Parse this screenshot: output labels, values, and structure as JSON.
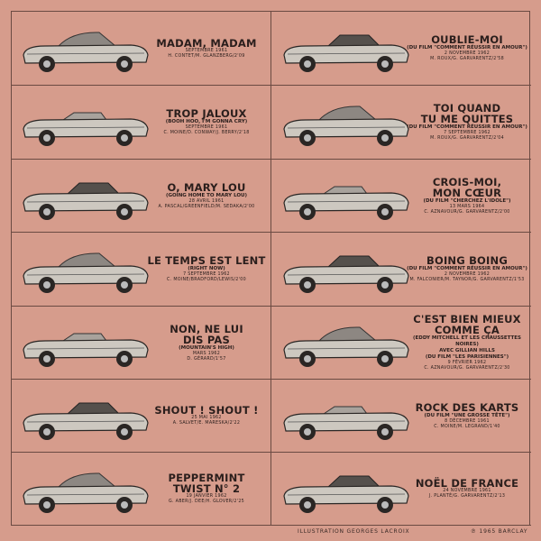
{
  "songs": [
    {
      "title": [
        "MADAM, MADAM"
      ],
      "sub": [],
      "date": "SEPTEMBRE 1961",
      "credits": "H. CONTET/M. GLANZBERG/2'09"
    },
    {
      "title": [
        "OUBLIE-MOI"
      ],
      "sub": [
        "(DU FILM \"COMMENT RÉUSSIR EN AMOUR\")"
      ],
      "date": "2 NOVEMBRE 1962",
      "credits": "M. ROUX/G. GARVARENTZ/2'58"
    },
    {
      "title": [
        "TROP JALOUX"
      ],
      "sub": [
        "(BOOH HOO, I'M GONNA CRY)"
      ],
      "date": "SEPTEMBRE 1961",
      "credits": "C. MOINE/D. CONWAY/J. BERRY/2'18"
    },
    {
      "title": [
        "TOI QUAND",
        "TU ME QUITTES"
      ],
      "sub": [
        "(DU FILM \"COMMENT RÉUSSIR EN AMOUR\")"
      ],
      "date": "7 SEPTEMBRE 1962",
      "credits": "M. ROUX/G. GARVARENTZ/2'04"
    },
    {
      "title": [
        "O, MARY LOU"
      ],
      "sub": [
        "(GOING HOME TO MARY LOU)"
      ],
      "date": "28 AVRIL 1961",
      "credits": "A. PASCAL/GREENFIELD/M. SEDAKA/2'00"
    },
    {
      "title": [
        "CROIS-MOI,",
        "MON CŒUR"
      ],
      "sub": [
        "(DU FILM \"CHERCHEZ L'IDOLE\")"
      ],
      "date": "13 MARS 1964",
      "credits": "C. AZNAVOUR/G. GARVARENTZ/2'00"
    },
    {
      "title": [
        "LE TEMPS EST LENT"
      ],
      "sub": [
        "(RIGHT NOW)"
      ],
      "date": "7 SEPTEMBRE 1962",
      "credits": "C. MOINE/BRADFORD/LEWIS/2'00"
    },
    {
      "title": [
        "BOING BOING"
      ],
      "sub": [
        "(DU FILM \"COMMENT RÉUSSIR EN AMOUR\")"
      ],
      "date": "2 NOVEMBRE 1962",
      "credits": "M. FALCONIER/M. TAYNOR/G. GARVARENTZ/1'53"
    },
    {
      "title": [
        "NON, NE LUI",
        "DIS PAS"
      ],
      "sub": [
        "(MOUNTAIN'S HIGH)"
      ],
      "date": "MARS 1962",
      "credits": "D. GÉRARD/1'57"
    },
    {
      "title": [
        "C'EST BIEN MIEUX",
        "COMME ÇA"
      ],
      "sub": [
        "(EDDY MITCHELL ET LES CHAUSSETTES NOIRES)",
        "AVEC GILLIAN HILLS",
        "(DU FILM \"LES PARISIENNES\")"
      ],
      "date": "9 FÉVRIER 1962",
      "credits": "C. AZNAVOUR/G. GARVARENTZ/2'30"
    },
    {
      "title": [
        "SHOUT ! SHOUT !"
      ],
      "sub": [],
      "date": "25 MAI 1962",
      "credits": "A. SALVET/E. MARESKA/2'22"
    },
    {
      "title": [
        "ROCK DES KARTS"
      ],
      "sub": [
        "(DU FILM \"UNE GROSSE TÊTE\")"
      ],
      "date": "8 DÉCEMBRE 1961",
      "credits": "C. MOINE/M. LEGRAND/1'40"
    },
    {
      "title": [
        "PEPPERMINT",
        "TWIST N° 2"
      ],
      "sub": [],
      "date": "19 JANVIER 1962",
      "credits": "G. ABER/J. DEE/H. GLOVER/2'25"
    },
    {
      "title": [
        "NOËL DE FRANCE"
      ],
      "sub": [],
      "date": "24 NOVEMBRE 1961",
      "credits": "J. PLANTÉ/G. GARVARENTZ/2'13"
    }
  ],
  "footer": {
    "illustration": "ILLUSTRATION GEORGES LACROIX",
    "copyright": "℗ 1965 BARCLAY"
  },
  "colors": {
    "background": "#d69c8c",
    "ink": "#2a1e1c"
  }
}
